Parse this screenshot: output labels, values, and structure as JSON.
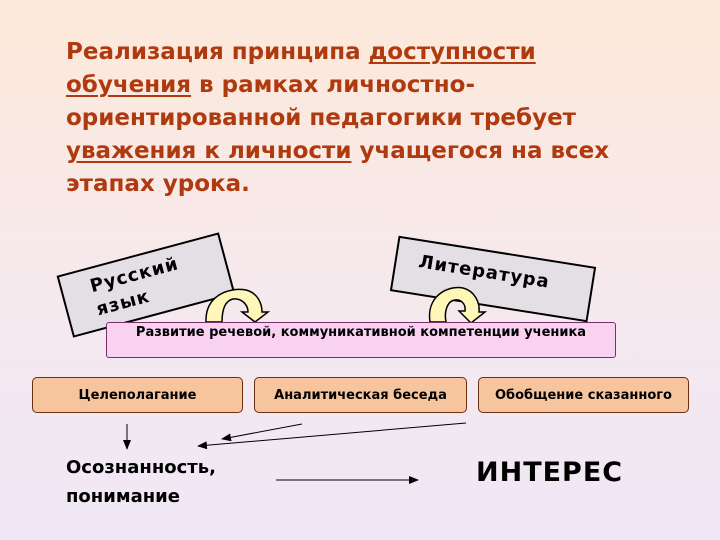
{
  "title": {
    "part1": "Реализация принципа ",
    "underline1": "доступности обучения",
    "part2": " в рамках личностно-ориентированной педагогики требует ",
    "underline2": "уважения к личности",
    "part3": " учащегося на всех этапах урока."
  },
  "subjects": {
    "left": "Русский язык",
    "right": "Литература"
  },
  "banner": "Развитие речевой, коммуникативной компетенции ученика",
  "stages": [
    "Целеполагание",
    "Аналитическая беседа",
    "Обобщение сказанного"
  ],
  "outcome": "Осознанность, понимание",
  "interest": "ИНТЕРЕС",
  "colors": {
    "title": "#b03a10",
    "banner_fill": "#fad2f1",
    "stage_fill": "#f6c49d",
    "subject_fill": "#e4dfe4",
    "curved_arrow_fill": "#fff7b8"
  }
}
